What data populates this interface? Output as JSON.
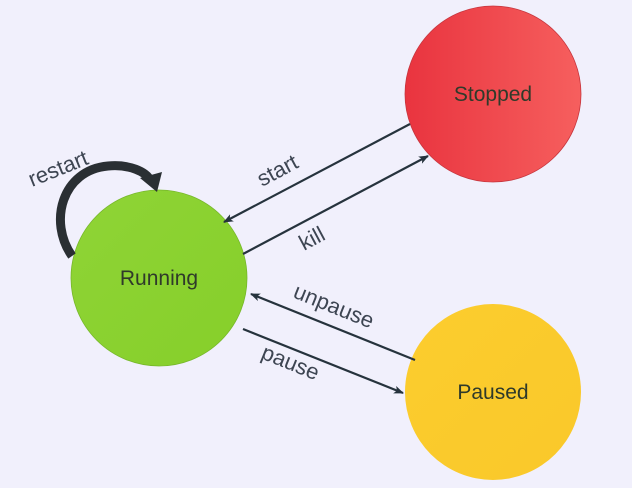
{
  "diagram": {
    "type": "state-machine",
    "states": [
      {
        "id": "running",
        "label": "Running",
        "color": "#8bd32e"
      },
      {
        "id": "stopped",
        "label": "Stopped",
        "color": "#ee4a4f"
      },
      {
        "id": "paused",
        "label": "Paused",
        "color": "#fbcb2c"
      }
    ],
    "transitions": [
      {
        "id": "start",
        "label": "start",
        "from": "stopped",
        "to": "running"
      },
      {
        "id": "kill",
        "label": "kill",
        "from": "running",
        "to": "stopped"
      },
      {
        "id": "unpause",
        "label": "unpause",
        "from": "paused",
        "to": "running"
      },
      {
        "id": "pause",
        "label": "pause",
        "from": "running",
        "to": "paused"
      },
      {
        "id": "restart",
        "label": "restart",
        "from": "running",
        "to": "running"
      }
    ]
  }
}
